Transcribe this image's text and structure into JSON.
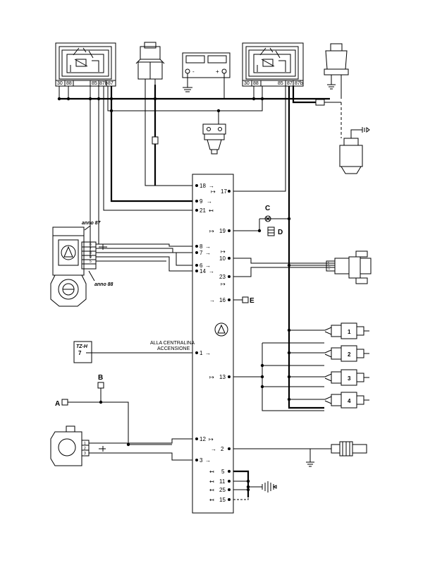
{
  "relay_left": {
    "pins": [
      "30",
      "88",
      "85",
      "87b",
      "87"
    ]
  },
  "relay_right": {
    "pins": [
      "30",
      "88",
      "85",
      "87",
      "87b"
    ]
  },
  "battery": {
    "minus": "-",
    "plus": "+"
  },
  "ecu": {
    "pins": [
      {
        "num": "18",
        "arrow": "→"
      },
      {
        "num": "17",
        "arrow": "↦"
      },
      {
        "num": "9",
        "arrow": "→"
      },
      {
        "num": "21",
        "arrow": "↤"
      },
      {
        "num": "19",
        "arrow": "↦"
      },
      {
        "num": "8",
        "arrow": "→"
      },
      {
        "num": "7",
        "arrow": "→"
      },
      {
        "num": "10",
        "arrow": "↦"
      },
      {
        "num": "6",
        "arrow": "→"
      },
      {
        "num": "14",
        "arrow": "→"
      },
      {
        "num": "23",
        "arrow": "↦"
      },
      {
        "num": "16",
        "arrow": "→"
      },
      {
        "num": "1",
        "arrow": "→"
      },
      {
        "num": "13",
        "arrow": "↦"
      },
      {
        "num": "12",
        "arrow": "↦"
      },
      {
        "num": "2",
        "arrow": "→"
      },
      {
        "num": "3",
        "arrow": "→"
      },
      {
        "num": "5",
        "arrow": "↤"
      },
      {
        "num": "11",
        "arrow": "↤"
      },
      {
        "num": "25",
        "arrow": "↤"
      },
      {
        "num": "15",
        "arrow": "↤"
      }
    ],
    "note_line1": "ALLA CENTRALINA",
    "note_line2": "ACCENSIONE"
  },
  "labels": {
    "C": "C",
    "D": "D",
    "E": "E",
    "A": "A",
    "B": "B",
    "anno87": "anno 87",
    "anno88": "anno 88",
    "tzh": "TZ-H",
    "tzh_pin": "7",
    "flow_pins": [
      "6",
      "7",
      "8",
      "9",
      "5"
    ],
    "air_pins": [
      "8",
      "9",
      "10",
      "11"
    ],
    "tps_pins": [
      "1",
      "2",
      "3"
    ]
  },
  "injectors": [
    "1",
    "2",
    "3",
    "4"
  ]
}
